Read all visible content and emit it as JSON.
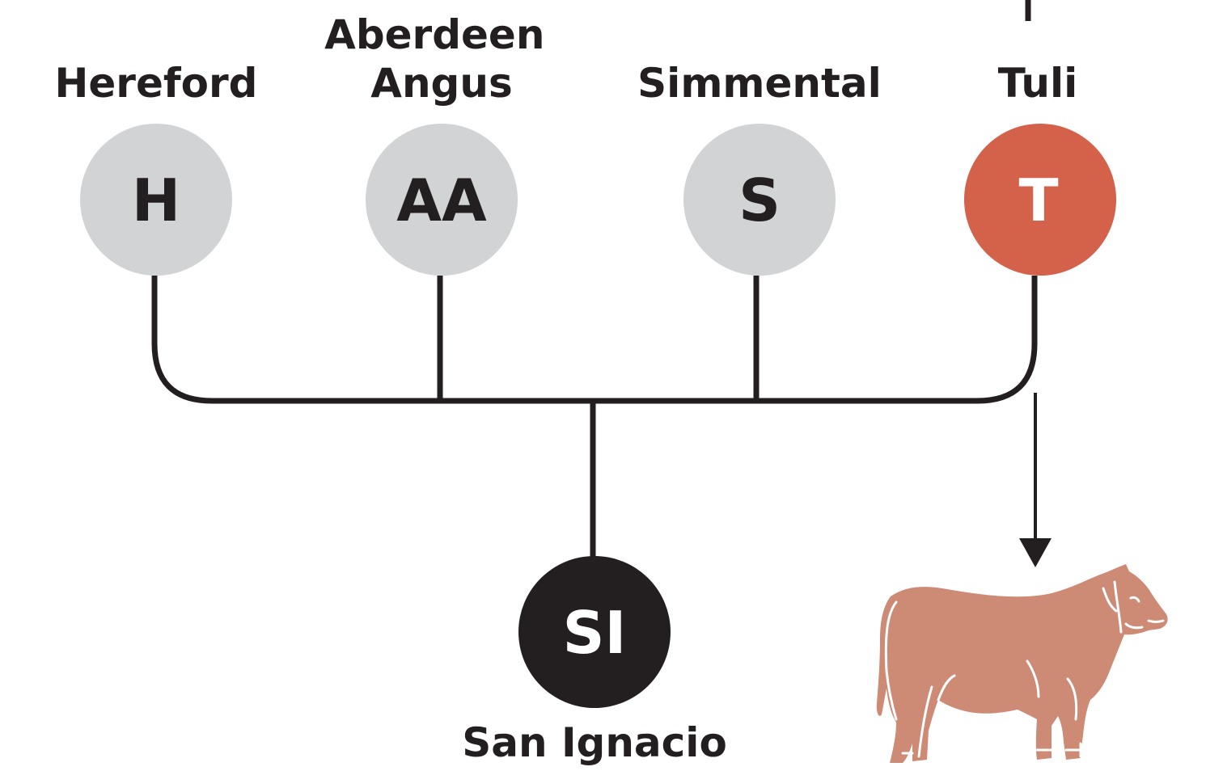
{
  "colors": {
    "line": "#231f20",
    "parent_circle": "#d1d3d4",
    "parent_text": "#231f20",
    "tuli_circle": "#d4614a",
    "tuli_text": "#ffffff",
    "result_circle": "#231f20",
    "result_text": "#ffffff",
    "bull_fill": "#cd8a75",
    "bull_outline": "#ffffff"
  },
  "parents": [
    {
      "id": "hereford",
      "label_lines": [
        "Hereford"
      ],
      "initials": "H"
    },
    {
      "id": "aberdeen-angus",
      "label_lines": [
        "Aberdeen",
        "Angus"
      ],
      "initials": "AA"
    },
    {
      "id": "simmental",
      "label_lines": [
        "Simmental"
      ],
      "initials": "S"
    },
    {
      "id": "tuli",
      "label_lines": [
        "Tuli"
      ],
      "initials": "T"
    }
  ],
  "result": {
    "id": "san-ignacio",
    "initials": "SI",
    "label": "San Ignacio"
  },
  "icons": {
    "arrow": "arrow-down-icon",
    "bull": "bull-icon"
  }
}
